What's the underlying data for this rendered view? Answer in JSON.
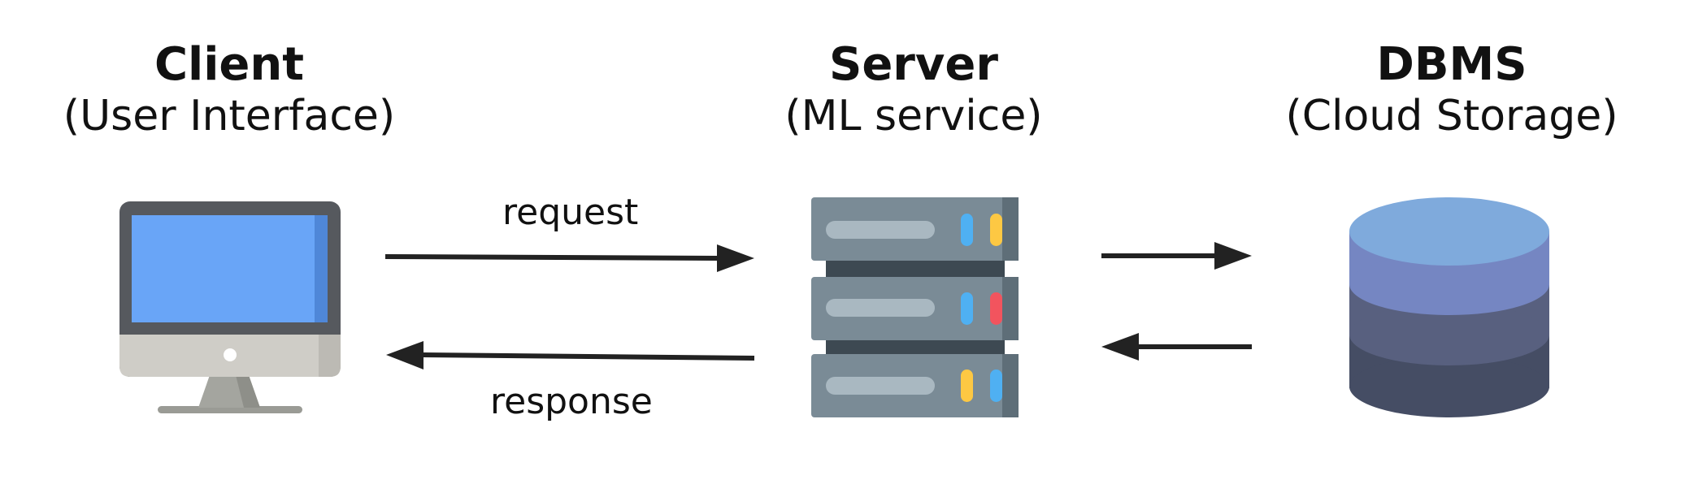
{
  "nodes": {
    "client": {
      "title": "Client",
      "subtitle": "(User Interface)",
      "icon": "monitor-icon"
    },
    "server": {
      "title": "Server",
      "subtitle": "(ML service)",
      "icon": "server-rack-icon"
    },
    "dbms": {
      "title": "DBMS",
      "subtitle": "(Cloud Storage)",
      "icon": "database-icon"
    }
  },
  "edges": {
    "request": {
      "label": "request"
    },
    "response": {
      "label": "response"
    }
  },
  "colors": {
    "screen": "#69a5f7",
    "screen_edge": "#4f87d8",
    "monitor_frame": "#56595e",
    "monitor_chin": "#cfcdc7",
    "stand": "#a4a59f",
    "server_body": "#7a8b96",
    "server_slot": "#a9b8c1",
    "led_blue": "#4fb0f2",
    "led_yellow": "#fdc843",
    "led_red": "#f2545e",
    "db_top": "#7faadc",
    "db_band1": "#7586c2",
    "db_band2": "#58607f",
    "db_band3": "#454d64",
    "arrow": "#222222"
  }
}
